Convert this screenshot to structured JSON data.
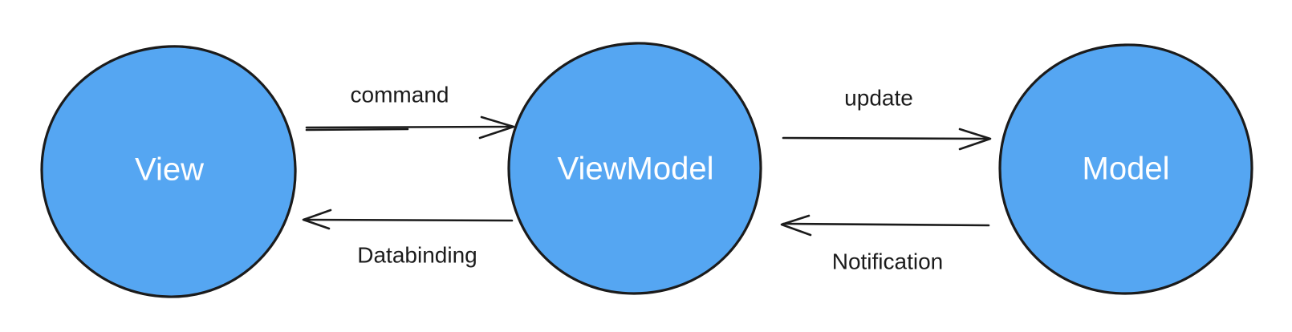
{
  "colors": {
    "node_fill": "#55a6f2",
    "stroke": "#1b1b1b",
    "node_text": "#ffffff",
    "label_text": "#1b1b1b",
    "background": "#ffffff"
  },
  "nodes": {
    "view": {
      "label": "View"
    },
    "viewmodel": {
      "label": "ViewModel"
    },
    "model": {
      "label": "Model"
    }
  },
  "edges": {
    "command": {
      "label": "command",
      "from": "View",
      "to": "ViewModel"
    },
    "databinding": {
      "label": "Databinding",
      "from": "ViewModel",
      "to": "View"
    },
    "update": {
      "label": "update",
      "from": "ViewModel",
      "to": "Model"
    },
    "notification": {
      "label": "Notification",
      "from": "Model",
      "to": "ViewModel"
    }
  }
}
